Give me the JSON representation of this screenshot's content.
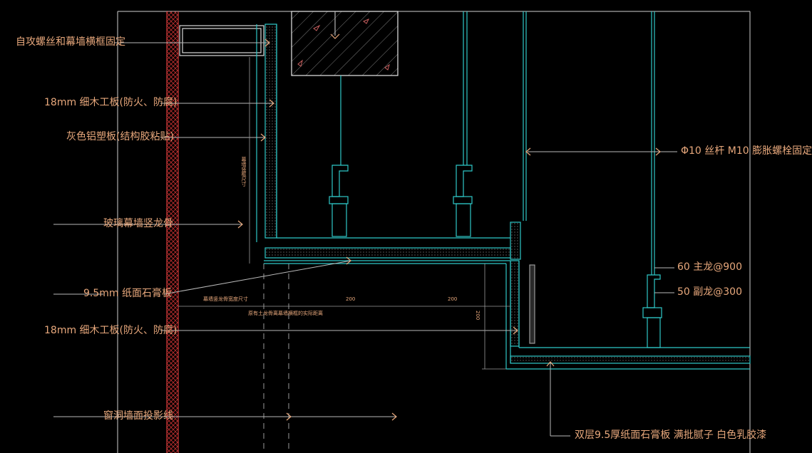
{
  "labels": {
    "screw_fix": "自攻螺丝和幕墙横框固定",
    "board_18_top": "18mm 细木工板(防火、防腐)",
    "aluminum_panel": "灰色铝塑板(结构胶粘贴)",
    "curtain_mullion": "玻璃幕墙竖龙骨",
    "gypsum_95": "9.5mm 纸面石膏板",
    "board_18_bottom": "18mm 细木工板(防火、防腐)",
    "window_line": "窗洞墙面投影线",
    "rod_bolt": "Φ10 丝杆  M10 膨胀螺栓固定",
    "main_keel": "60 主龙@900",
    "sub_keel": "50 副龙@300",
    "double_gypsum": "双层9.5厚纸面石膏板 满批腻子 白色乳胶漆"
  },
  "dims": {
    "width_200_a": "200",
    "width_200_b": "200",
    "height_200": "200",
    "note_curtain": "幕墙竖龙骨宽度尺寸",
    "note_actual": "原有土龙骨离幕墙横框的实际距离",
    "note_vertical": "幕墙竖框尺寸"
  },
  "colors": {
    "line": "#2ec8c8",
    "label": "#e8a87c",
    "leader": "#b8b8b8",
    "wall": "#d23a3a",
    "frame": "#ffffff"
  }
}
